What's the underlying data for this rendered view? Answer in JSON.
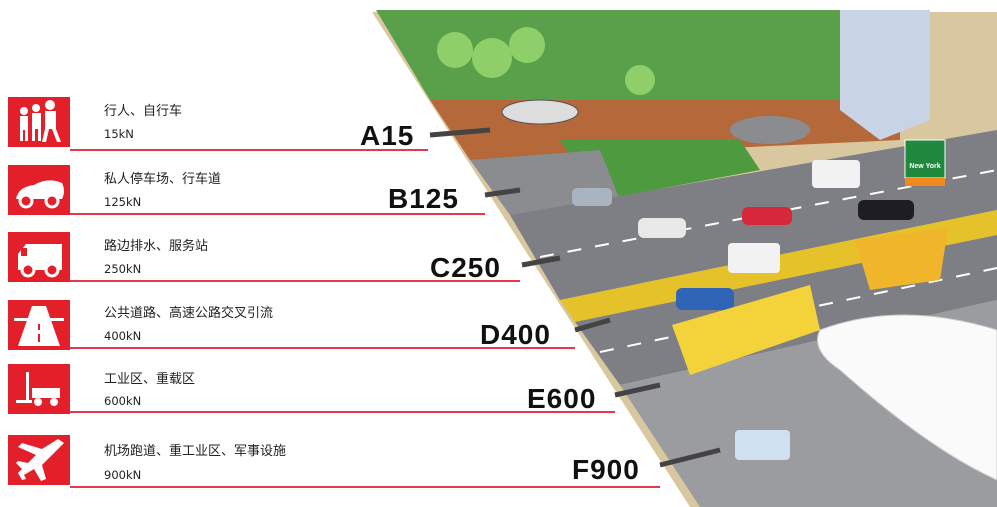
{
  "classes": [
    {
      "code": "A15",
      "description": "行人、自行车",
      "load": "15kN",
      "icon": "pedestrian-family-icon"
    },
    {
      "code": "B125",
      "description": "私人停车场、行车道",
      "load": "125kN",
      "icon": "car-icon"
    },
    {
      "code": "C250",
      "description": "路边排水、服务站",
      "load": "250kN",
      "icon": "truck-icon"
    },
    {
      "code": "D400",
      "description": "公共道路、高速公路交叉引流",
      "load": "400kN",
      "icon": "highway-icon"
    },
    {
      "code": "E600",
      "description": "工业区、重载区",
      "load": "600kN",
      "icon": "forklift-icon"
    },
    {
      "code": "F900",
      "description": "机场跑道、重工业区、军事设施",
      "load": "900kN",
      "icon": "airplane-icon"
    }
  ],
  "sign": {
    "text": "New York"
  },
  "colors": {
    "icon_bg": "#e3202a",
    "line": "#e8364a",
    "grass": "#5aa04a",
    "road": "#7d7f84",
    "brick": "#b5683a"
  }
}
